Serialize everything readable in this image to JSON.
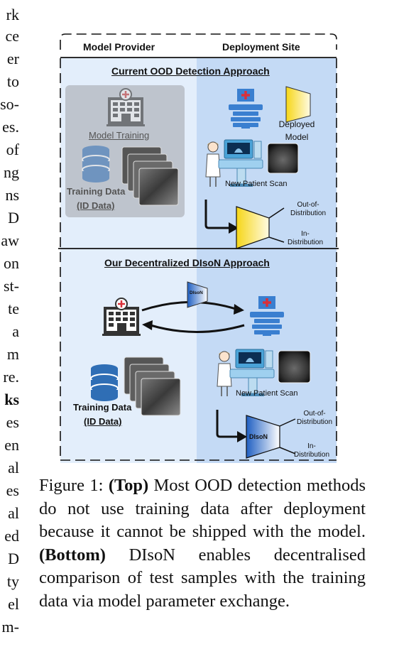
{
  "left_column_fragments": [
    {
      "text": "rk",
      "bold": false
    },
    {
      "text": "ce",
      "bold": false
    },
    {
      "text": "er",
      "bold": false
    },
    {
      "text": "to",
      "bold": false
    },
    {
      "text": "so-",
      "bold": false
    },
    {
      "text": "es.",
      "bold": false
    },
    {
      "text": "of",
      "bold": false
    },
    {
      "text": "ng",
      "bold": false
    },
    {
      "text": "ns",
      "bold": false
    },
    {
      "text": "D",
      "bold": false
    },
    {
      "text": "aw",
      "bold": false
    },
    {
      "text": "on",
      "bold": false
    },
    {
      "text": "st-",
      "bold": false
    },
    {
      "text": "te",
      "bold": false
    },
    {
      "text": "a",
      "bold": false
    },
    {
      "text": "m",
      "bold": false
    },
    {
      "text": "re.",
      "bold": false
    },
    {
      "text": "ks",
      "bold": true
    },
    {
      "text": "es",
      "bold": false
    },
    {
      "text": "en",
      "bold": false
    },
    {
      "text": "al",
      "bold": false
    },
    {
      "text": "es",
      "bold": false
    },
    {
      "text": "al",
      "bold": false
    },
    {
      "text": "ed",
      "bold": false
    },
    {
      "text": "D",
      "bold": false
    },
    {
      "text": "ty",
      "bold": false
    },
    {
      "text": "el",
      "bold": false
    },
    {
      "text": "m-",
      "bold": false
    }
  ],
  "figure": {
    "header_left": "Model Provider",
    "header_right": "Deployment Site",
    "top": {
      "title": "Current OOD Detection Approach",
      "model_training": "Model Training",
      "training_data": "Training Data",
      "id_data": "(ID Data)",
      "deployed": "Deployed",
      "model": "Model",
      "new_patient_scan": "New Patient Scan",
      "out_of": "Out-of-",
      "distribution_1": "Distribution",
      "in": "In-",
      "distribution_2": "Distribution"
    },
    "bottom": {
      "title": "Our Decentralized DIsoN Approach",
      "dison_small": "DIsoN",
      "training_data": "Training Data",
      "id_data": "(ID Data)",
      "new_patient_scan": "New Patient Scan",
      "dison_label": "DIsoN",
      "out_of": "Out-of-",
      "distribution_1": "Distribution",
      "in": "In-",
      "distribution_2": "Distribution"
    },
    "colors": {
      "left_panel": "#e3eefb",
      "right_panel": "#c4daf5",
      "building_blue": "#3a7fd0",
      "cross_red": "#d9303a",
      "data_blue": "#2f6eb5"
    }
  },
  "caption": {
    "label": "Figure 1: ",
    "top_bold": "(Top)",
    "top_text": " Most OOD detection methods do not use training data after deployment because it cannot be shipped with the model. ",
    "bottom_bold": "(Bottom)",
    "bottom_text": " DIsoN enables decentralised comparison of test samples with the training data via model parameter exchange."
  }
}
